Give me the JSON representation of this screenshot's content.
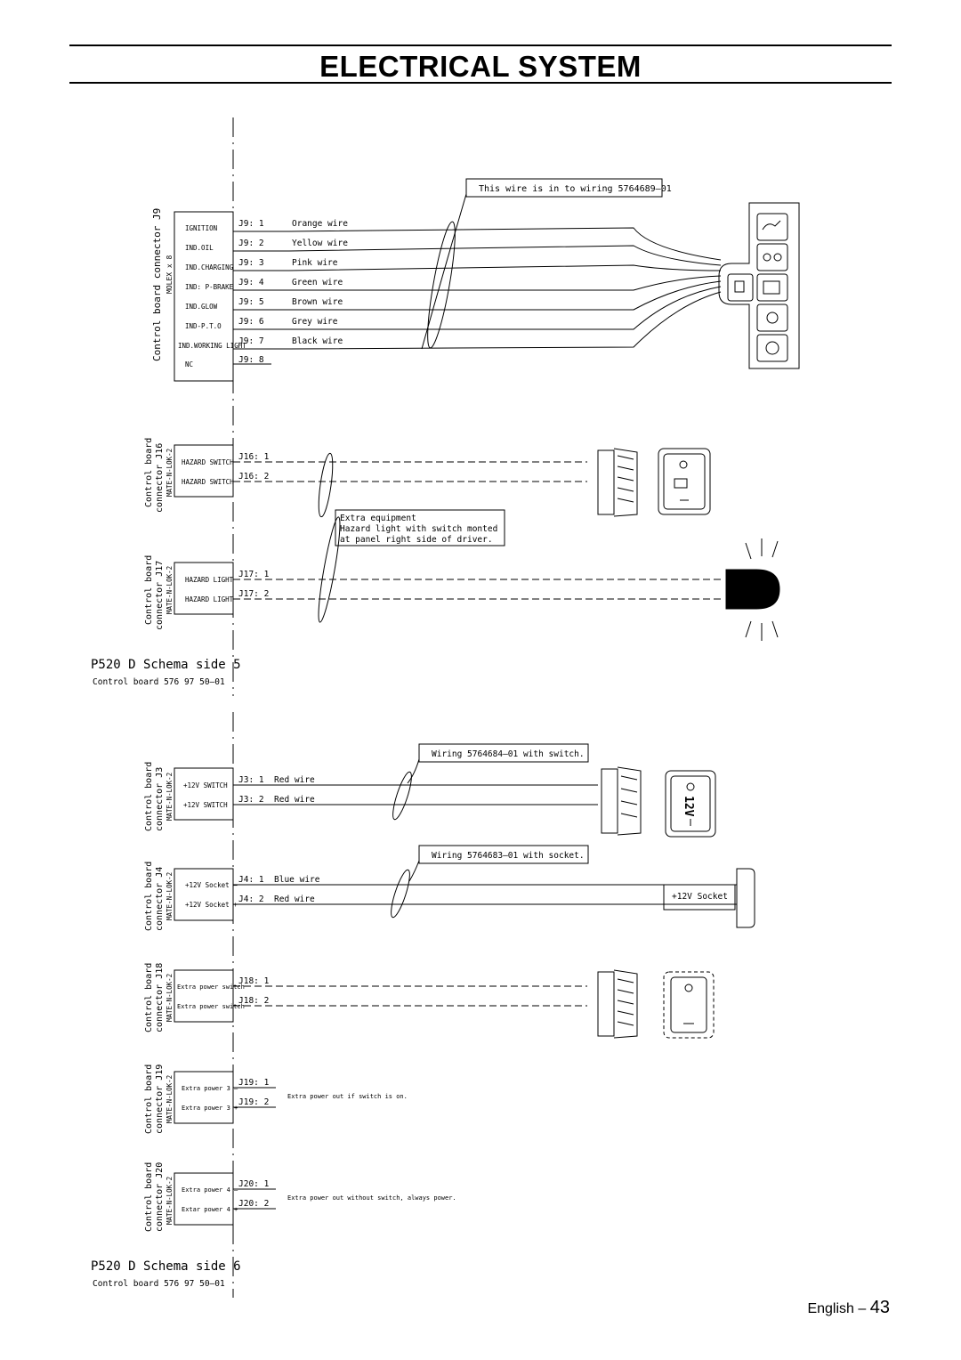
{
  "page": {
    "title": "ELECTRICAL SYSTEM",
    "footer_lang": "English",
    "footer_sep": "–",
    "footer_page": "43"
  },
  "colors": {
    "ink": "#000000",
    "paper": "#ffffff"
  },
  "wire_note_top": "This wire is in to wiring 5764689–01",
  "group_j9": {
    "side_label_1": "Control board  connector J9",
    "side_label_2": "MOLEX x 8",
    "functions": [
      "IGNITION",
      "IND.OIL",
      "IND.CHARGING",
      "IND: P-BRAKE",
      "IND.GLOW",
      "IND-P.T.O",
      "IND.WORKING LIGHT",
      "NC"
    ],
    "pins": [
      "J9: 1",
      "J9: 2",
      "J9: 3",
      "J9: 4",
      "J9: 5",
      "J9: 6",
      "J9: 7",
      "J9: 8"
    ],
    "wires": [
      "Orange wire",
      "Yellow wire",
      "Pink wire",
      "Green wire",
      "Brown wire",
      "Grey wire",
      "Black wire"
    ]
  },
  "group_j16": {
    "side_label_1": "Control board",
    "side_label_2": "connector J16",
    "side_label_3": "MATE-N-LOK-2",
    "functions": [
      "HAZARD SWITCH",
      "HAZARD SWITCH"
    ],
    "pins": [
      "J16: 1",
      "J16: 2"
    ]
  },
  "extra_note": [
    "Extra equipment",
    "Hazard light with switch monted",
    "at panel right side of driver."
  ],
  "group_j17": {
    "side_label_1": "Control board",
    "side_label_2": "connector J17",
    "side_label_3": "MATE-N-LOK-2",
    "functions": [
      "HAZARD LIGHT",
      "HAZARD LIGHT"
    ],
    "pins": [
      "J17: 1",
      "J17: 2"
    ]
  },
  "schema5": {
    "title": "P520 D Schema side 5",
    "subtitle": "Control board 576 97 50–01"
  },
  "wiring_switch_note": "Wiring 5764684–01 with switch.",
  "group_j3": {
    "side_label_1": "Control board",
    "side_label_2": "connector J3",
    "side_label_3": "MATE-N-LOK-2",
    "functions": [
      "+12V SWITCH",
      "+12V SWITCH"
    ],
    "pins": [
      "J3: 1",
      "J3: 2"
    ],
    "wires": [
      "Red wire",
      "Red wire"
    ],
    "switch_label": "12V"
  },
  "wiring_socket_note": "Wiring 5764683–01 with socket.",
  "group_j4": {
    "side_label_1": "Control board",
    "side_label_2": "connector J4",
    "side_label_3": "MATE-N-LOK-2",
    "functions": [
      "+12V Socket –",
      "+12V Socket +"
    ],
    "pins": [
      "J4: 1",
      "J4: 2"
    ],
    "wires": [
      "Blue wire",
      "Red wire"
    ],
    "socket_label": "+12V Socket"
  },
  "group_j18": {
    "side_label_1": "Control board",
    "side_label_2": "connector J18",
    "side_label_3": "MATE-N-LOK-2",
    "functions": [
      "Extra power switch",
      "Extra power switch"
    ],
    "pins": [
      "J18: 1",
      "J18: 2"
    ]
  },
  "group_j19": {
    "side_label_1": "Control board",
    "side_label_2": "connector J19",
    "side_label_3": "MATE-N-LOK-2",
    "functions": [
      "Extra power 3 –",
      "Extra power 3 +"
    ],
    "pins": [
      "J19: 1",
      "J19: 2"
    ],
    "note": "Extra power out if switch is on."
  },
  "group_j20": {
    "side_label_1": "Control board",
    "side_label_2": "connector J20",
    "side_label_3": "MATE-N-LOK-2",
    "functions": [
      "Extra power 4 –",
      "Extar power 4 +"
    ],
    "pins": [
      "J20: 1",
      "J20: 2"
    ],
    "note": "Extra power out without switch, always power."
  },
  "schema6": {
    "title": "P520 D Schema side 6",
    "subtitle": "Control board 576 97 50–01"
  }
}
